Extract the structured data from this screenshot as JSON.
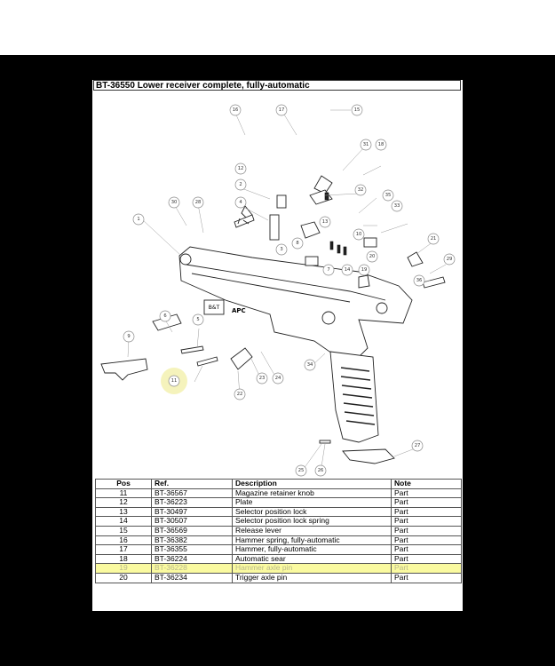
{
  "document": {
    "title": "BT-36550 Lower receiver complete, fully-automatic"
  },
  "colors": {
    "frame": "#000000",
    "highlight_row": "#fafaa0",
    "highlight_circle": "#f3f1b0"
  },
  "diagram": {
    "callouts": [
      "1",
      "2",
      "3",
      "4",
      "5",
      "6",
      "7",
      "8",
      "9",
      "10",
      "11",
      "12",
      "13",
      "14",
      "15",
      "16",
      "17",
      "18",
      "19",
      "20",
      "21",
      "22",
      "23",
      "24",
      "25",
      "26",
      "27",
      "28",
      "29",
      "30",
      "31",
      "32",
      "33",
      "34",
      "35",
      "36"
    ],
    "receiver_markings": {
      "logo": "B&T",
      "model": "APC"
    }
  },
  "table": {
    "headers": [
      "Pos",
      "Ref.",
      "Description",
      "Note"
    ],
    "rows": [
      {
        "pos": "11",
        "ref": "BT-36567",
        "description": "Magazine retainer knob",
        "note": "Part"
      },
      {
        "pos": "12",
        "ref": "BT-36223",
        "description": "Plate",
        "note": "Part"
      },
      {
        "pos": "13",
        "ref": "BT-30497",
        "description": "Selector position lock",
        "note": "Part"
      },
      {
        "pos": "14",
        "ref": "BT-30507",
        "description": "Selector position lock spring",
        "note": "Part"
      },
      {
        "pos": "15",
        "ref": "BT-36569",
        "description": "Release lever",
        "note": "Part"
      },
      {
        "pos": "16",
        "ref": "BT-36382",
        "description": "Hammer spring, fully-automatic",
        "note": "Part"
      },
      {
        "pos": "17",
        "ref": "BT-36355",
        "description": "Hammer, fully-automatic",
        "note": "Part"
      },
      {
        "pos": "18",
        "ref": "BT-36224",
        "description": "Automatic sear",
        "note": "Part"
      },
      {
        "pos": "19",
        "ref": "BT-36228",
        "description": "Hammer axle pin",
        "note": "Part"
      },
      {
        "pos": "20",
        "ref": "BT-36234",
        "description": "Trigger axle pin",
        "note": "Part"
      }
    ]
  }
}
